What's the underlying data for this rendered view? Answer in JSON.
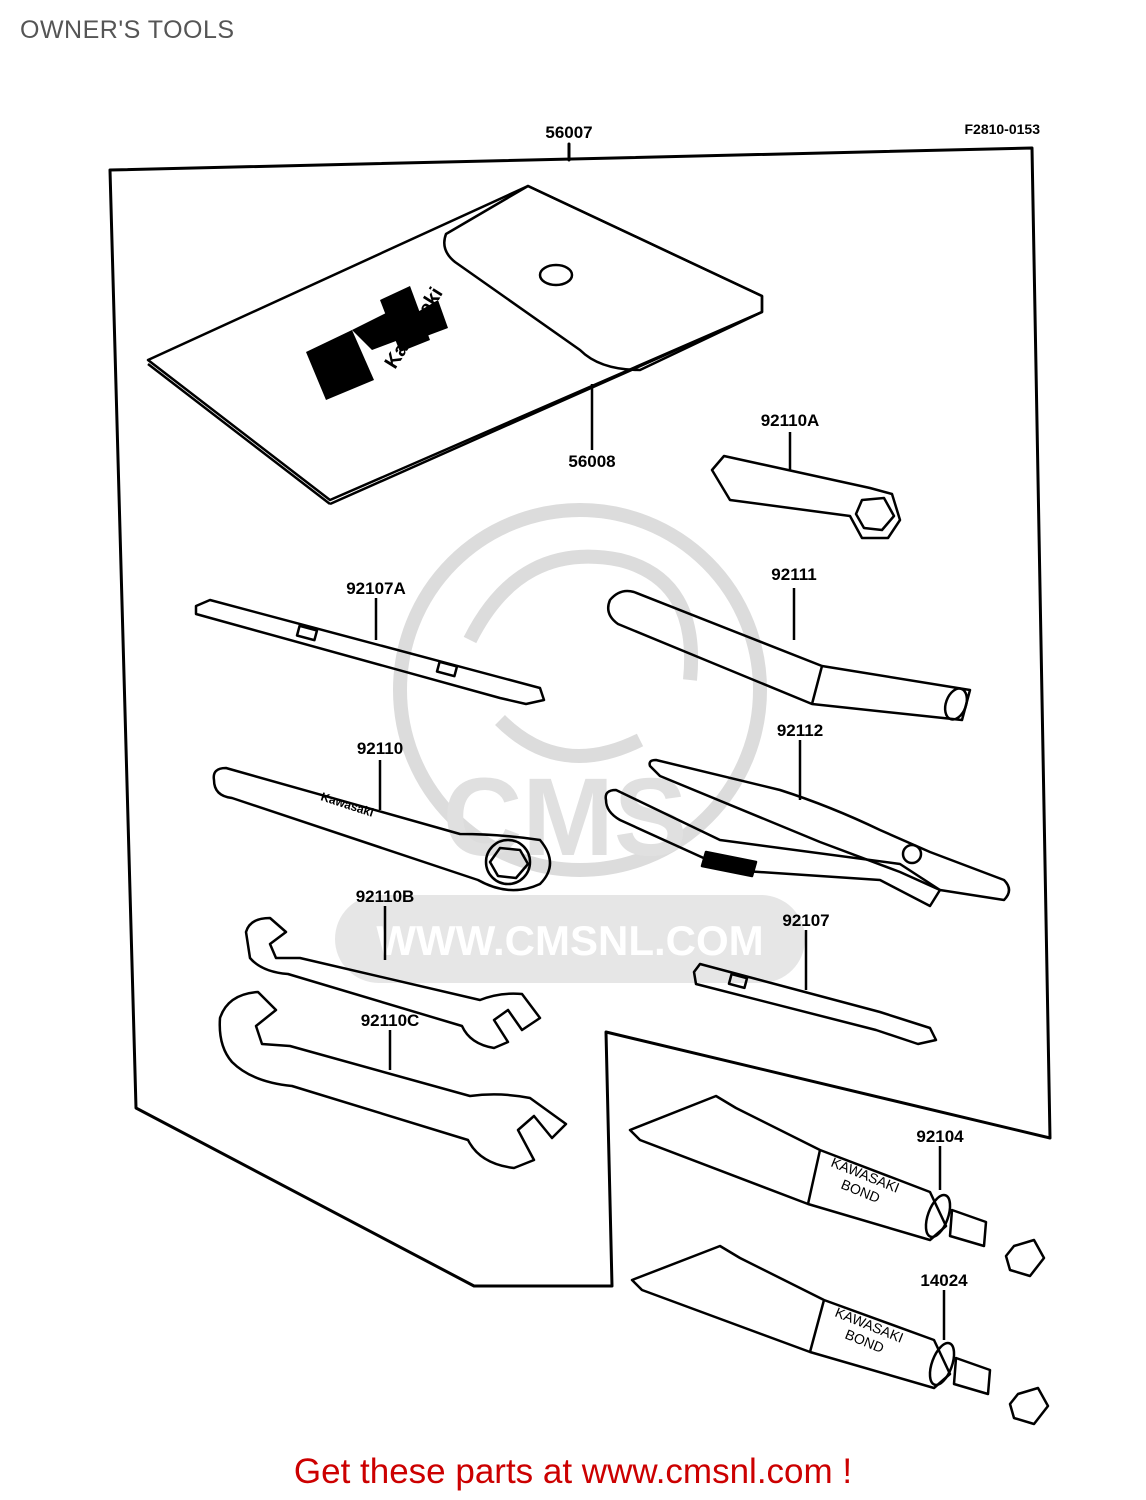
{
  "page": {
    "title": "OWNER'S TOOLS",
    "figure_code": "F2810-0153"
  },
  "watermark": {
    "text": "WWW.CMSNL.COM",
    "logo_text": "CMS",
    "color": "#d8d8d8"
  },
  "parts": {
    "p56007": "56007",
    "p56008": "56008",
    "p92110A": "92110A",
    "p92107A": "92107A",
    "p92111": "92111",
    "p92110": "92110",
    "p92112": "92112",
    "p92110B": "92110B",
    "p92107": "92107",
    "p92110C": "92110C",
    "p92104": "92104",
    "p14024": "14024"
  },
  "pouch": {
    "brand": "Kawasaki"
  },
  "tubes": {
    "brand_line1": "KAWASAKI",
    "brand_line2": "BOND"
  },
  "footer": {
    "text": "Get these parts at www.cmsnl.com !",
    "color": "#cc0000"
  }
}
